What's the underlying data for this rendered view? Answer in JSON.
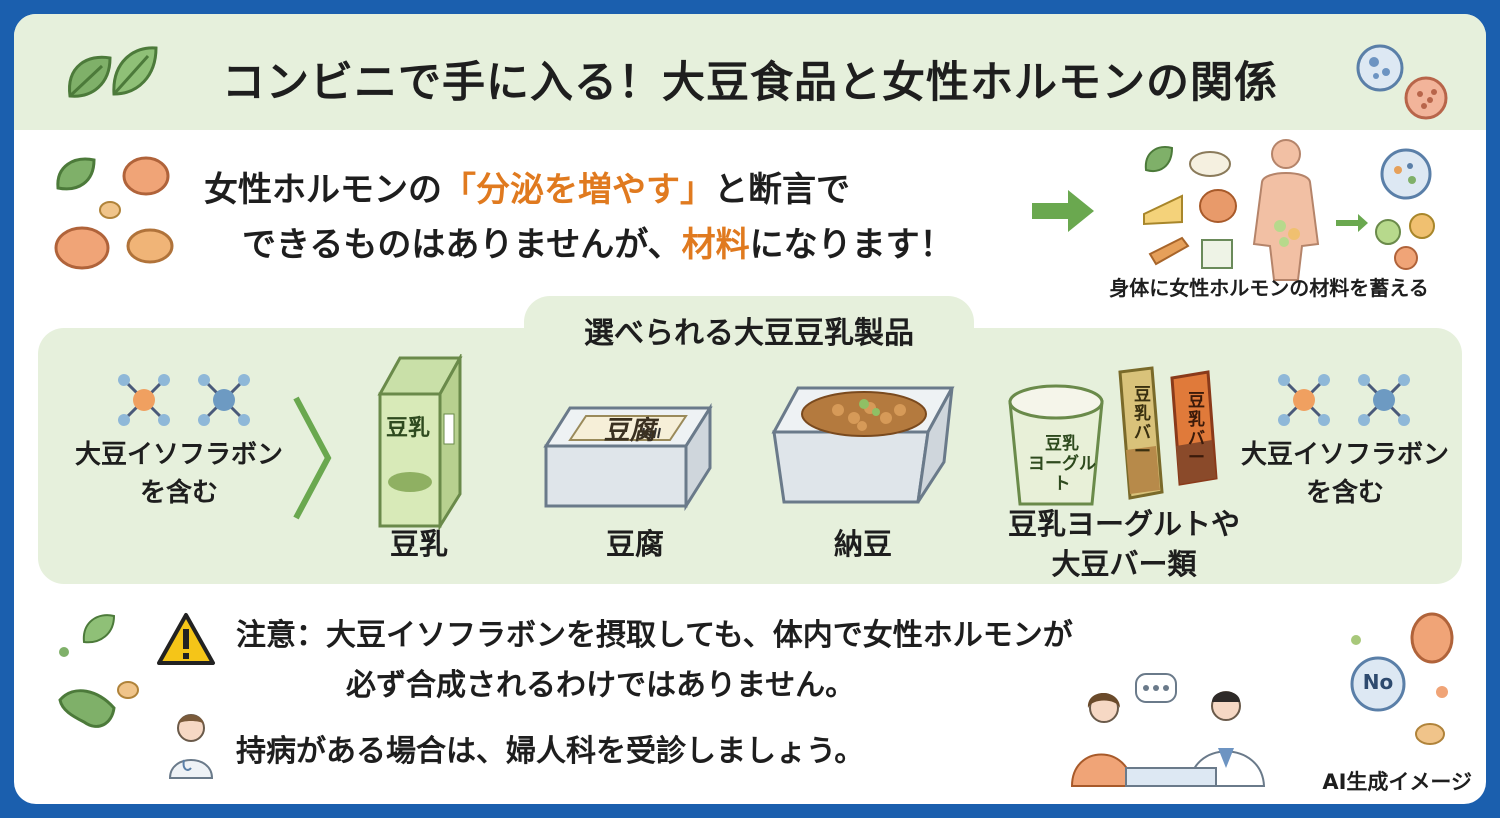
{
  "title": "コンビニで手に入る！大豆食品と女性ホルモンの関係",
  "intro": {
    "line1_pre": "女性ホルモンの",
    "line1_highlight": "「分泌を増やす」",
    "line1_post": "と断言で",
    "line2_pre": "できるものはありませんが、",
    "line2_highlight": "材料",
    "line2_post": "になります！"
  },
  "body_caption": "身体に女性ホルモンの材料を蓄える",
  "section_title": "選べられる大豆豆乳製品",
  "isoflavone_label": [
    "大豆イソフラボン",
    "を含む"
  ],
  "products": [
    {
      "name": "豆乳",
      "package_text": "豆乳"
    },
    {
      "name": "豆腐",
      "package_text": "豆腐"
    },
    {
      "name": "納豆"
    },
    {
      "name_lines": [
        "豆乳ヨーグルトや",
        "大豆バー類"
      ],
      "yogurt_text": [
        "豆乳",
        "ヨーグルト"
      ],
      "bar_text": "豆乳バー",
      "bar_text2": "豆乳バー"
    }
  ],
  "caution": {
    "line1": "注意：大豆イソフラボンを摂取しても、体内で女性ホルモンが",
    "line2": "必ず合成されるわけではありません。"
  },
  "advice": "持病がある場合は、婦人科を受診しましょう。",
  "no_badge": "No",
  "footer_note": "AI生成イメージ",
  "colors": {
    "frame": "#1b5fae",
    "band": "#e6f0dc",
    "highlight": "#e07a1f",
    "arrow": "#6aa84f"
  }
}
